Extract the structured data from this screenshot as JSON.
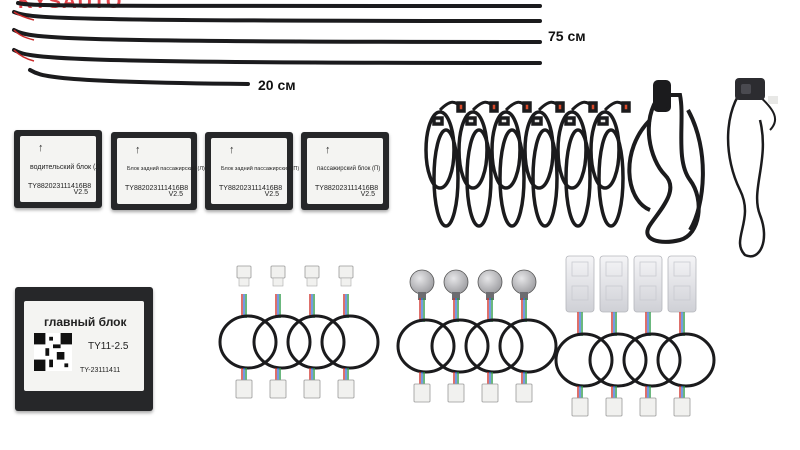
{
  "watermark": "KYSAUTO",
  "labels": {
    "long_cable": "75 см",
    "short_cable": "20 см"
  },
  "modules": [
    {
      "title": "водительский блок (Л)",
      "serial": "TY882023111416B8",
      "version": "V2.5"
    },
    {
      "title": "Блок задний пассажирский (Л)",
      "serial": "TY882023111416B8",
      "version": "V2.5"
    },
    {
      "title": "Блок задний пассажирский (П)",
      "serial": "TY882023111416B8",
      "version": "V2.5"
    },
    {
      "title": "пассажирский блок (П)",
      "serial": "TY882023111416B8",
      "version": "V2.5"
    }
  ],
  "main_module": {
    "title": "главный блок",
    "model": "TY11-2.5",
    "serial": "TY-23111411"
  },
  "colors": {
    "cable": "#1b1b1d",
    "box": "#262729",
    "sticker": "#f4f4f2",
    "connector": "#f1f1ef",
    "watermark": "#e0232b"
  }
}
